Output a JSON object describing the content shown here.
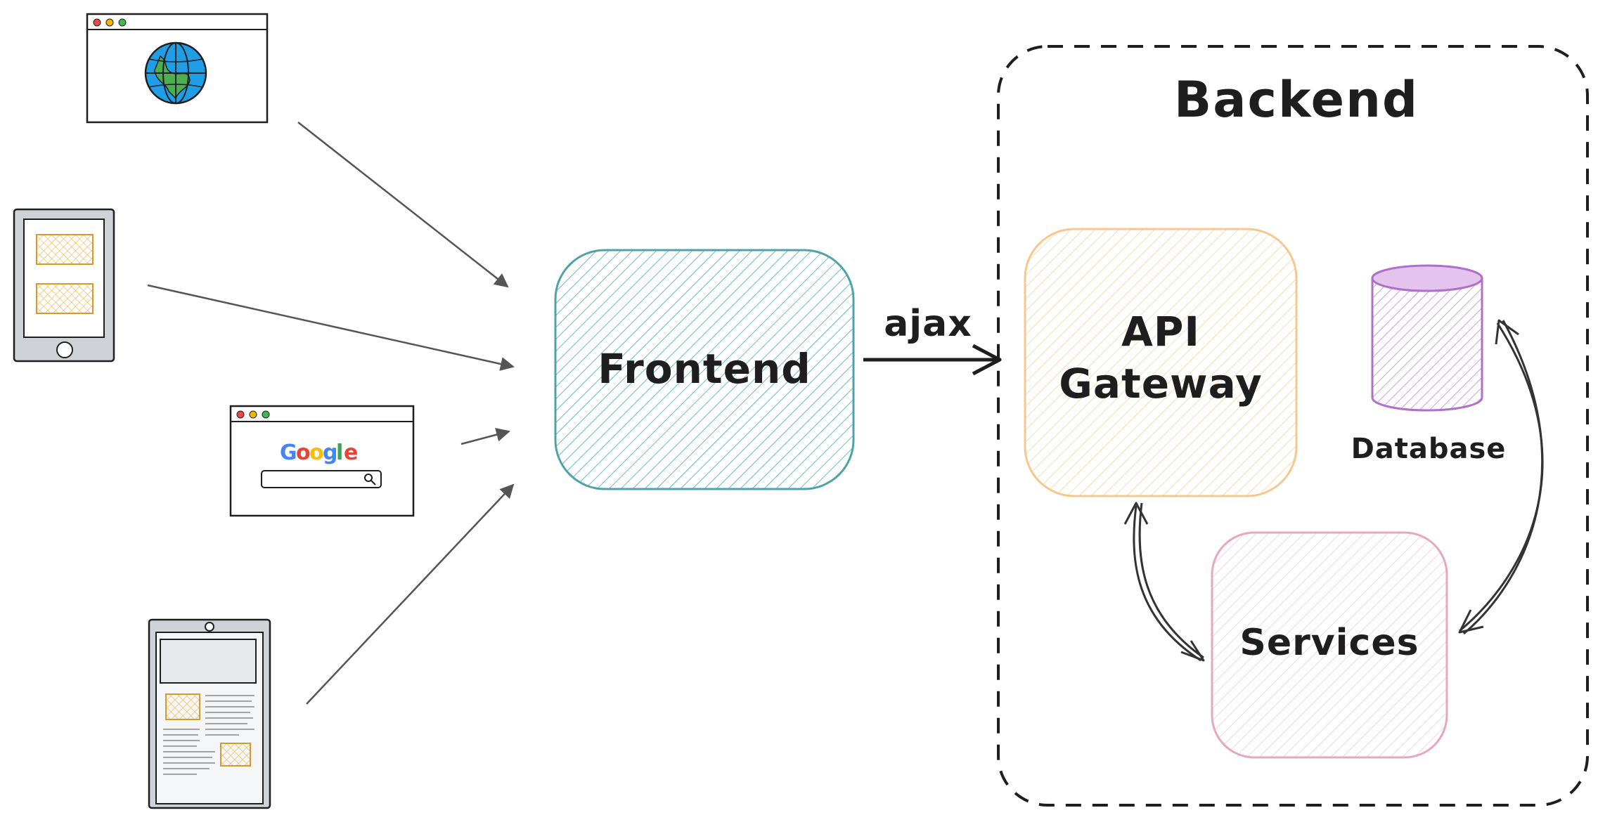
{
  "diagram": {
    "backend_title": "Backend",
    "frontend_label": "Frontend",
    "ajax_label": "ajax",
    "gateway_label_line1": "API",
    "gateway_label_line2": "Gateway",
    "database_label": "Database",
    "services_label": "Services",
    "google_logo": "Google",
    "colors": {
      "frontend": "#4fa3a8",
      "frontend_fill": "#8fd3d6",
      "gateway": "#f5c88f",
      "services": "#e7a7c0",
      "database": "#b06fc9",
      "stroke": "#1e1e1e",
      "arrow": "#555555"
    }
  }
}
